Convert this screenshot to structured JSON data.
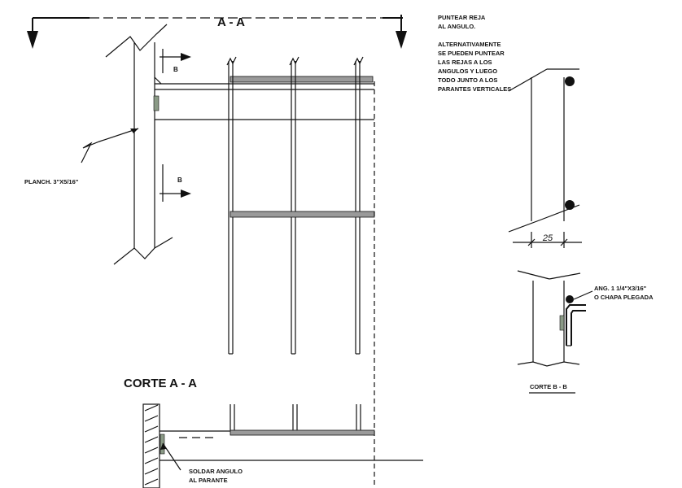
{
  "section_title": "A - A",
  "corte_title": "CORTE  A - A",
  "cut_marker_label": "B",
  "plate_label": "PLANCH. 3\"X5/16\"",
  "note_lines": [
    "PUNTEAR REJA",
    "AL ANGULO.",
    "",
    "ALTERNATIVAMENTE",
    "SE PUEDEN PUNTEAR",
    "LAS REJAS A LOS",
    "ANGULOS Y LUEGO",
    "TODO JUNTO A LOS",
    "PARANTES VERTICALES"
  ],
  "dimension_value": "25",
  "angle_label_lines": [
    "ANG. 1 1/4\"X3/16\"",
    "O CHAPA PLEGADA"
  ],
  "corte_bb_title": "CORTE  B - B",
  "weld_note_lines": [
    "SOLDAR ANGULO",
    "AL PARANTE"
  ],
  "colors": {
    "line": "#111111",
    "weld": "#8a9a86",
    "bar_fill": "#9a9a9a"
  }
}
